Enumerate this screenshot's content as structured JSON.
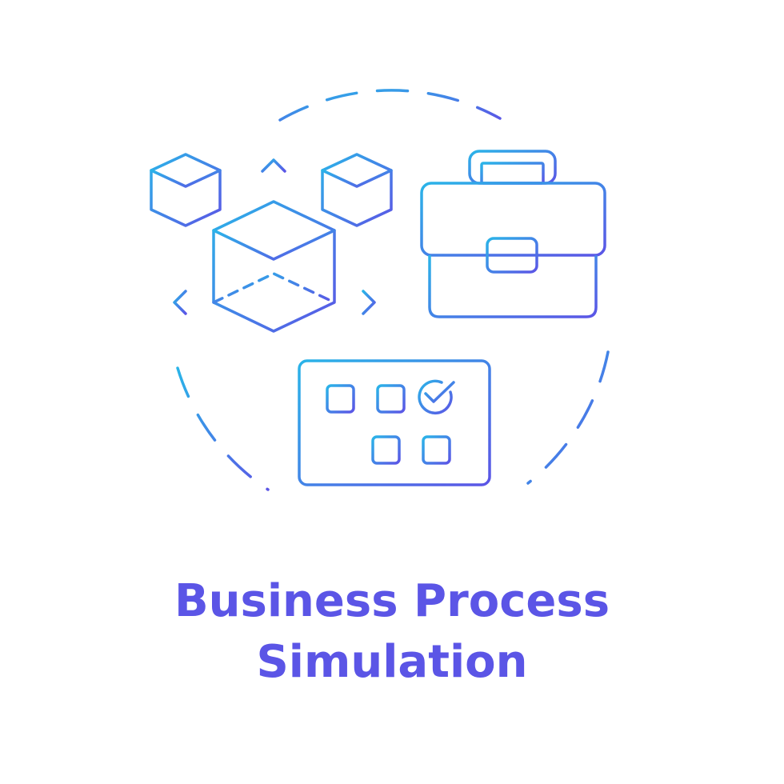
{
  "caption": {
    "line1": "Business Process",
    "line2": "Simulation"
  },
  "colors": {
    "gradient_start": "#2ab4e8",
    "gradient_end": "#5b55e6",
    "caption": "#5b55e6",
    "background": "#ffffff"
  },
  "icons": [
    "dashed-circle-frame",
    "3d-cube-expand-icon",
    "small-cube-icon",
    "briefcase-icon",
    "monitor-flowchart-icon",
    "check-circle-icon"
  ]
}
